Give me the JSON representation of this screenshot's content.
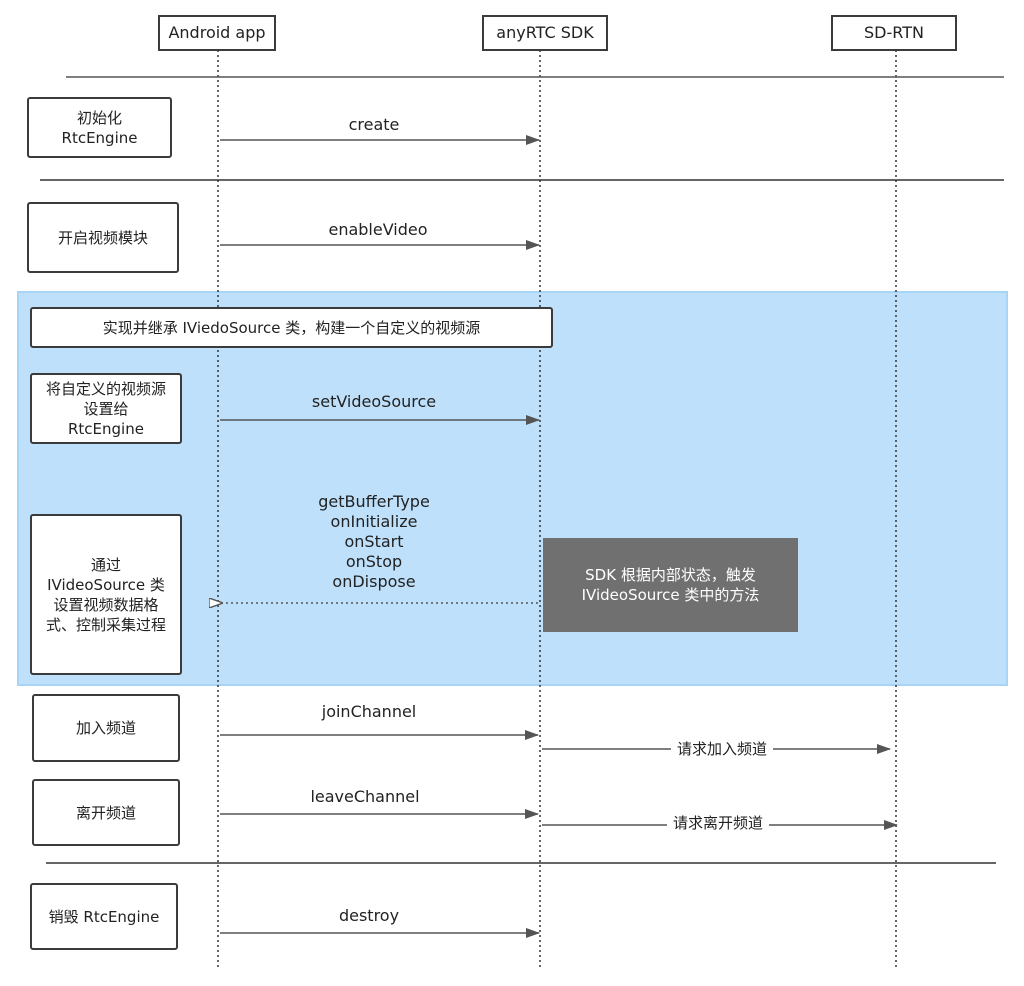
{
  "actors": {
    "android": "Android app",
    "sdk": "anyRTC SDK",
    "sdrtn": "SD-RTN"
  },
  "steps": {
    "init": "初始化\nRtcEngine",
    "enable_video": "开启视频模块",
    "implement": "实现并继承 IViedoSource 类，构建一个自定义的视频源",
    "set_source": "将自定义的视频源\n设置给\nRtcEngine",
    "via_source": "通过\nIVideoSource 类\n设置视频数据格\n式、控制采集过程",
    "join": "加入频道",
    "leave": "离开频道",
    "destroy": "销毁 RtcEngine"
  },
  "messages": {
    "create": "create",
    "enable_video": "enableVideo",
    "set_video_source": "setVideoSource",
    "callbacks": "getBufferType\nonInitialize\nonStart\nonStop\nonDispose",
    "join_channel": "joinChannel",
    "request_join": "请求加入频道",
    "leave_channel": "leaveChannel",
    "request_leave": "请求离开频道",
    "destroy": "destroy"
  },
  "note": "SDK 根据内部状态，触发\nIVideoSource 类中的方法",
  "colors": {
    "highlight_region": "#bfe0fa",
    "highlight_border": "#a8d4f5",
    "note_bg": "#707070",
    "line": "#3b3b3b"
  }
}
